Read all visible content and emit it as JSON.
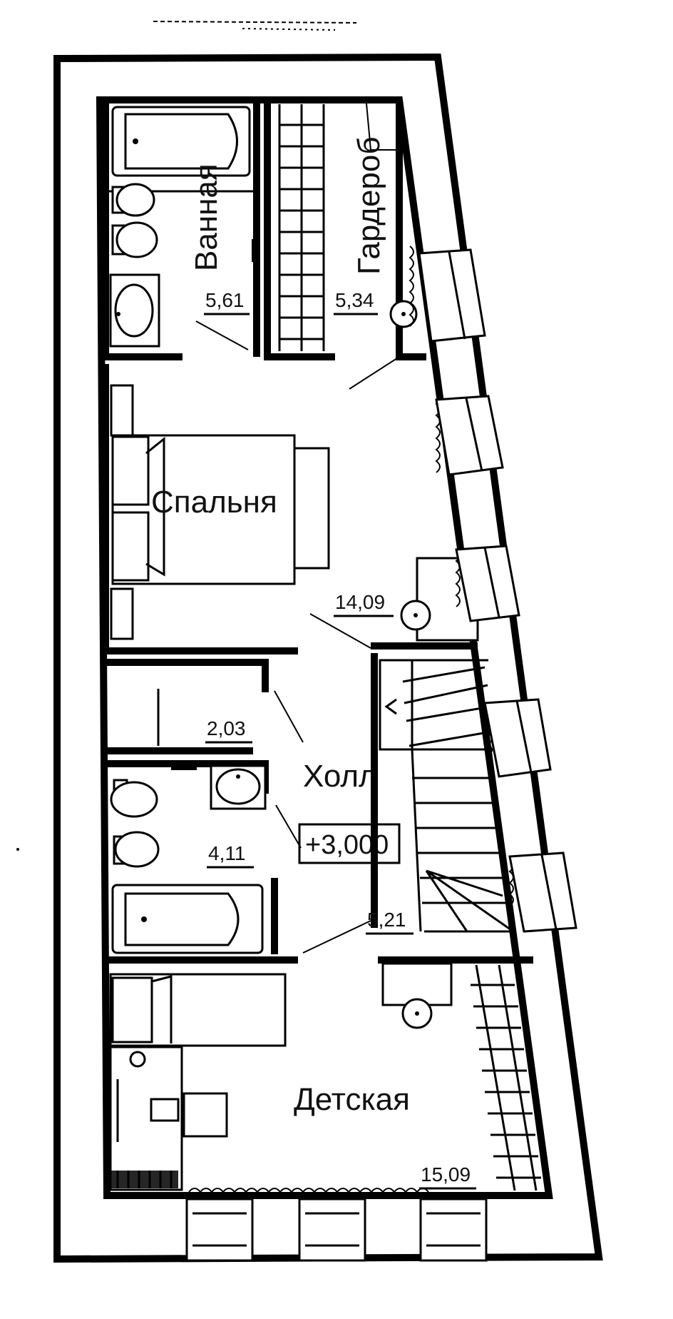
{
  "rooms": {
    "bathroom_upper": {
      "name": "Ванная",
      "area": "5,61"
    },
    "wardrobe": {
      "name": "Гардероб",
      "area": "5,34"
    },
    "bedroom": {
      "name": "Спальня",
      "area": "14,09"
    },
    "storage": {
      "area": "2,03"
    },
    "hall": {
      "name": "Холл"
    },
    "bathroom_lower": {
      "area": "4,11"
    },
    "stair_zone": {
      "area": "5,21"
    },
    "kids_room": {
      "name": "Детская",
      "area": "15,09"
    }
  },
  "level_mark": "+3,000",
  "colors": {
    "line": "#000000",
    "background": "#ffffff"
  }
}
